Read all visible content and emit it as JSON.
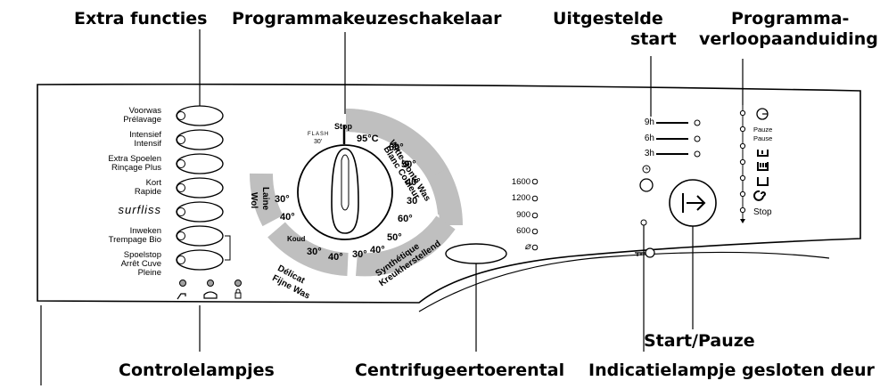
{
  "callouts": {
    "extra_functies": "Extra functies",
    "programmakeuzeschakelaar": "Programmakeuzeschakelaar",
    "uitgestelde_start_1": "Uitgestelde",
    "uitgestelde_start_2": "start",
    "programmaverloop_1": "Programma-",
    "programmaverloop_2": "verloopaanduiding",
    "controlelampjes": "Controlelampjes",
    "centrifugeertoerental": "Centrifugeertoerental",
    "indicatielampje": "Indicatielampje gesloten deur",
    "start_pauze": "Start/Pauze"
  },
  "option_buttons": [
    {
      "line1": "Voorwas",
      "line2": "Prélavage"
    },
    {
      "line1": "Intensief",
      "line2": "Intensif"
    },
    {
      "line1": "Extra Spoelen",
      "line2": "Rinçage Plus"
    },
    {
      "line1": "Kort",
      "line2": "Rapide"
    },
    {
      "line1": "surfliss",
      "line2": ""
    },
    {
      "line1": "Inweken",
      "line2": "Trempage Bio"
    },
    {
      "line1": "Spoelstop",
      "line2": "Arrêt Cuve",
      "line3": "Pleine"
    }
  ],
  "dial": {
    "stop": "Stop",
    "flash": "FLASH",
    "flash_time": "30'",
    "temps_cotton": [
      "95°C",
      "60°",
      "50°",
      "40°",
      "30"
    ],
    "cotton_label_1": "Witte-Bonte Was",
    "cotton_label_2": "Blanc Couleur",
    "temps_synth": [
      "60°",
      "50°",
      "40°",
      "30°"
    ],
    "synth_label_1": "Synthétique",
    "synth_label_2": "Kreukherstellend",
    "temps_delicate": [
      "40°",
      "30°",
      "Koud"
    ],
    "delicate_label_1": "Délicat",
    "delicate_label_2": "Fijne Was",
    "temps_wool": [
      "40°",
      "30°"
    ],
    "wool_label_1": "Laine",
    "wool_label_2": "Wol"
  },
  "spin_speeds": [
    "1600",
    "1200",
    "900",
    "600",
    "⌀"
  ],
  "delay": [
    "9h",
    "6h",
    "3h"
  ],
  "progress": {
    "pause_1": "Pauze",
    "pause_2": "Pause",
    "stop": "Stop"
  },
  "colors": {
    "panel_stroke": "#000000",
    "dial_band": "#bfbfbf",
    "led_fill": "#a0a0a0"
  }
}
